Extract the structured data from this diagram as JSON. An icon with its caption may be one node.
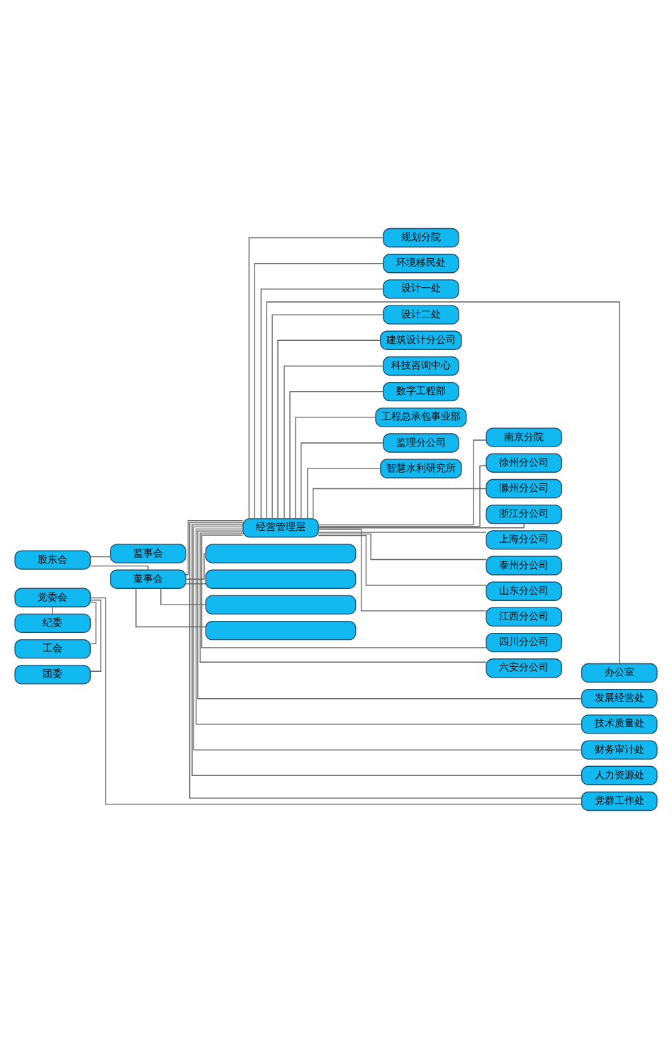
{
  "diagram": {
    "nodes": [
      {
        "text": [
          "股东会"
        ]
      },
      {
        "text": [
          "监事会"
        ]
      },
      {
        "text": [
          "董事会"
        ]
      },
      {
        "text": [
          "党委会"
        ]
      },
      {
        "text": [
          "纪委"
        ]
      },
      {
        "text": [
          "工会"
        ]
      },
      {
        "text": [
          "团委"
        ]
      },
      {
        "text": [
          "经营管理层"
        ]
      },
      {
        "text": [
          "规划分院"
        ]
      },
      {
        "text": [
          "环境移民处"
        ]
      },
      {
        "text": [
          "设计一处"
        ]
      },
      {
        "text": [
          "设计二处"
        ]
      },
      {
        "text": [
          "建筑设计分公司"
        ]
      },
      {
        "text": [
          "科技咨询中心"
        ]
      },
      {
        "text": [
          "数字工程部"
        ]
      },
      {
        "text": [
          "工程总承包事业部"
        ]
      },
      {
        "text": [
          "监理分公司"
        ]
      },
      {
        "text": [
          "智慧水利研究所"
        ]
      },
      {
        "text": [
          "南京分院"
        ]
      },
      {
        "text": [
          "徐州分公司"
        ]
      },
      {
        "text": [
          "滁州分公司"
        ]
      },
      {
        "text": [
          "浙江分公司"
        ]
      },
      {
        "text": [
          "上海分公司"
        ]
      },
      {
        "text": [
          "泰州分公司"
        ]
      },
      {
        "text": [
          "山东分公司"
        ]
      },
      {
        "text": [
          "江西分公司"
        ]
      },
      {
        "text": [
          "四川分公司"
        ]
      },
      {
        "text": [
          "六安分公司"
        ]
      },
      {
        "text": [
          "办公室"
        ]
      },
      {
        "text": [
          "发展经营处"
        ]
      },
      {
        "text": [
          "技术质量处"
        ]
      },
      {
        "text": [
          "财务审计处"
        ]
      },
      {
        "text": [
          "人力资源处"
        ]
      },
      {
        "text": [
          "党群工作处"
        ]
      },
      {
        "text": [],
        "shape": "box"
      },
      {
        "text": [],
        "shape": "box"
      },
      {
        "text": [],
        "shape": "box"
      },
      {
        "text": [],
        "shape": "box"
      }
    ],
    "edges": [
      {
        "from": 0,
        "to": 1,
        "arrow": "none"
      },
      {
        "from": 0,
        "to": 2,
        "arrow": "none"
      },
      {
        "from": 2,
        "to": 7,
        "arrow": "none"
      },
      {
        "from": 3,
        "to": 4,
        "arrow": "none"
      },
      {
        "from": 3,
        "to": 5,
        "arrow": "none"
      },
      {
        "from": 3,
        "to": 6,
        "arrow": "none"
      },
      {
        "from": 3,
        "to": 33,
        "arrow": "none"
      },
      {
        "from": 7,
        "to": 8,
        "arrow": "none"
      },
      {
        "from": 7,
        "to": 9,
        "arrow": "none"
      },
      {
        "from": 7,
        "to": 10,
        "arrow": "none"
      },
      {
        "from": 7,
        "to": 11,
        "arrow": "none"
      },
      {
        "from": 7,
        "to": 12,
        "arrow": "none"
      },
      {
        "from": 7,
        "to": 13,
        "arrow": "none"
      },
      {
        "from": 7,
        "to": 14,
        "arrow": "none"
      },
      {
        "from": 7,
        "to": 15,
        "arrow": "none"
      },
      {
        "from": 7,
        "to": 16,
        "arrow": "none"
      },
      {
        "from": 7,
        "to": 17,
        "arrow": "none"
      },
      {
        "from": 7,
        "to": 18,
        "arrow": "none"
      },
      {
        "from": 7,
        "to": 19,
        "arrow": "none"
      },
      {
        "from": 7,
        "to": 20,
        "arrow": "none"
      },
      {
        "from": 7,
        "to": 21,
        "arrow": "none"
      },
      {
        "from": 7,
        "to": 22,
        "arrow": "none"
      },
      {
        "from": 7,
        "to": 23,
        "arrow": "none"
      },
      {
        "from": 7,
        "to": 24,
        "arrow": "none"
      },
      {
        "from": 7,
        "to": 25,
        "arrow": "none"
      },
      {
        "from": 7,
        "to": 26,
        "arrow": "none"
      },
      {
        "from": 7,
        "to": 27,
        "arrow": "none"
      },
      {
        "from": 7,
        "to": 28,
        "arrow": "none"
      },
      {
        "from": 7,
        "to": 29,
        "arrow": "none"
      },
      {
        "from": 7,
        "to": 30,
        "arrow": "none"
      },
      {
        "from": 7,
        "to": 31,
        "arrow": "none"
      },
      {
        "from": 7,
        "to": 32,
        "arrow": "none"
      },
      {
        "from": 7,
        "to": 33,
        "arrow": "none"
      },
      {
        "from": 2,
        "to": 34,
        "arrow": "none"
      },
      {
        "from": 2,
        "to": 35,
        "arrow": "none"
      },
      {
        "from": 2,
        "to": 36,
        "arrow": "none"
      },
      {
        "from": 2,
        "to": 37,
        "arrow": "none"
      }
    ]
  }
}
